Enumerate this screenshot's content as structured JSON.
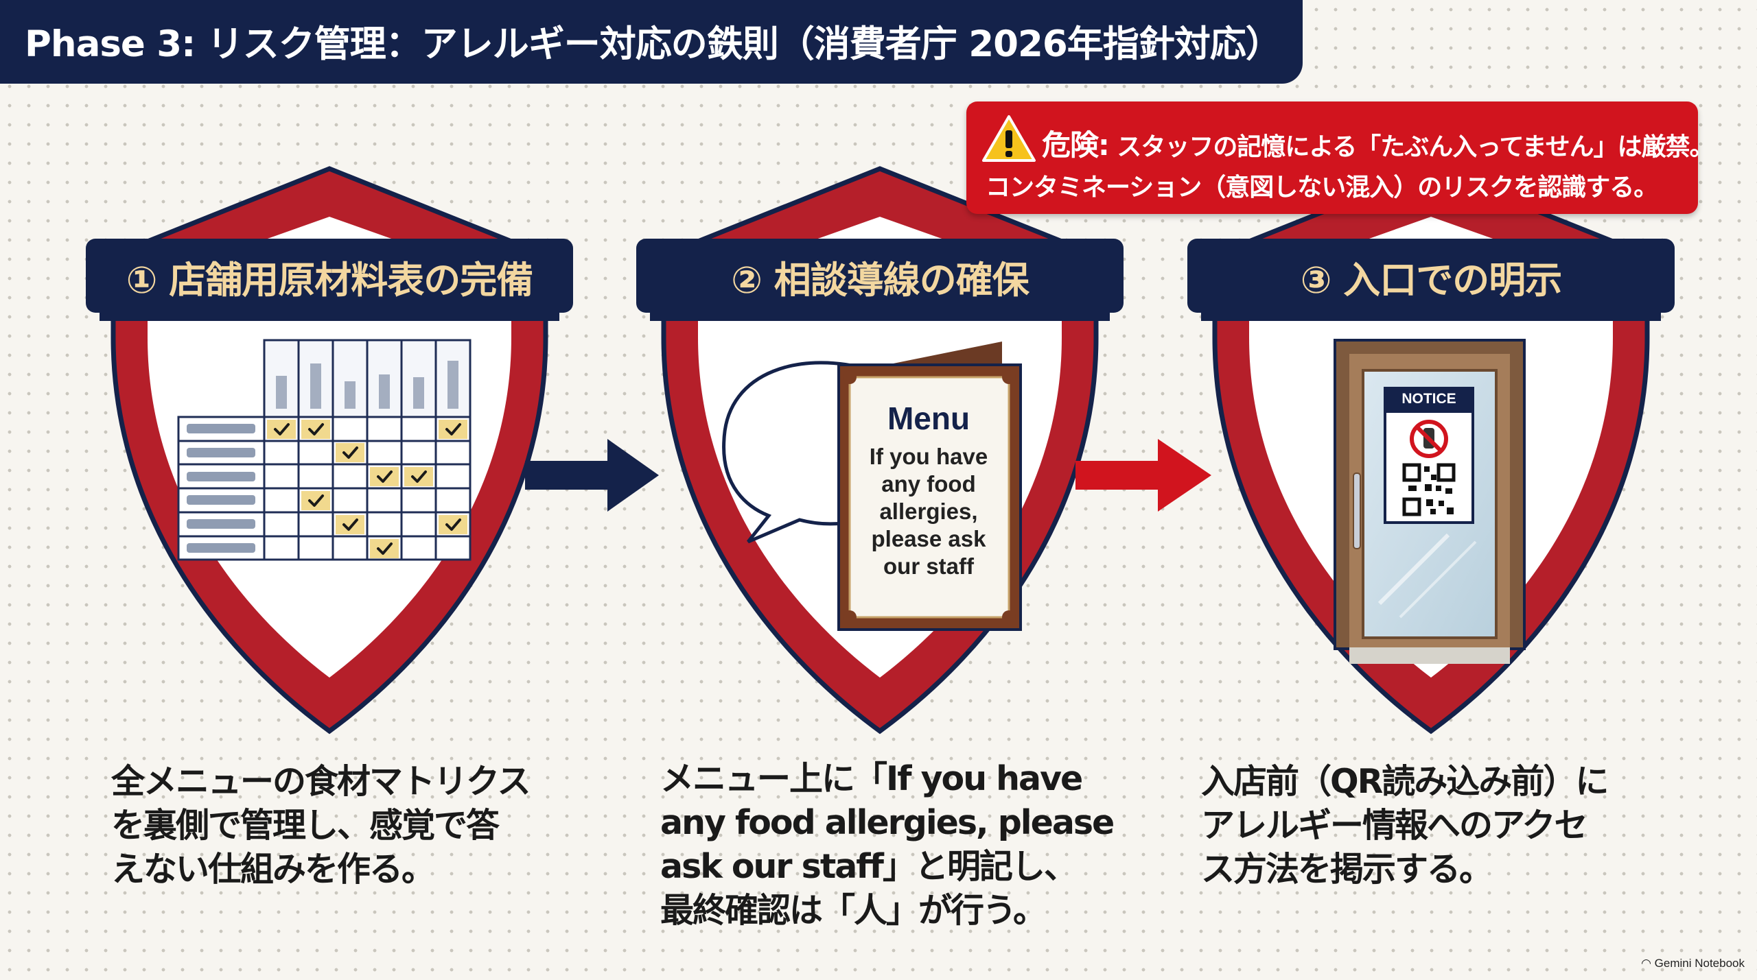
{
  "header": {
    "title": "Phase 3: リスク管理：アレルギー対応の鉄則（消費者庁 2026年指針対応）"
  },
  "warning": {
    "label": "危険:",
    "line1": "スタッフの記憶による「たぶん入ってません」は厳禁。",
    "line2": "コンタミネーション（意図しない混入）のリスクを認識する。",
    "icon": "warning-triangle-icon"
  },
  "steps": [
    {
      "title": "① 店舗用原材料表の完備",
      "desc_lines": [
        "全メニューの食材マトリクス",
        "を裏側で管理し、感覚で答",
        "えない仕組みを作る。"
      ],
      "icon": "ingredient-matrix-icon"
    },
    {
      "title": "② 相談導線の確保",
      "desc_lines": [
        "メニュー上に「If you have",
        "any food allergies, please",
        "ask our staff」と明記し、",
        "最終確認は「人」が行う。"
      ],
      "menu_title": "Menu",
      "menu_lines": [
        "If you have",
        "any food",
        "allergies,",
        "please ask",
        "our staff"
      ],
      "icon": "menu-speech-bubble-icon"
    },
    {
      "title": "③ 入口での明示",
      "desc_lines": [
        "入店前（QR読み込み前）に",
        "アレルギー情報へのアクセ",
        "ス方法を掲示する。"
      ],
      "notice_label": "NOTICE",
      "icon": "door-notice-icon"
    }
  ],
  "colors": {
    "navy": "#14224a",
    "red": "#d1141e",
    "shield_red": "#b51f2a",
    "gold_text": "#f3d7a0"
  },
  "footer": {
    "brand": "Gemini Notebook"
  }
}
